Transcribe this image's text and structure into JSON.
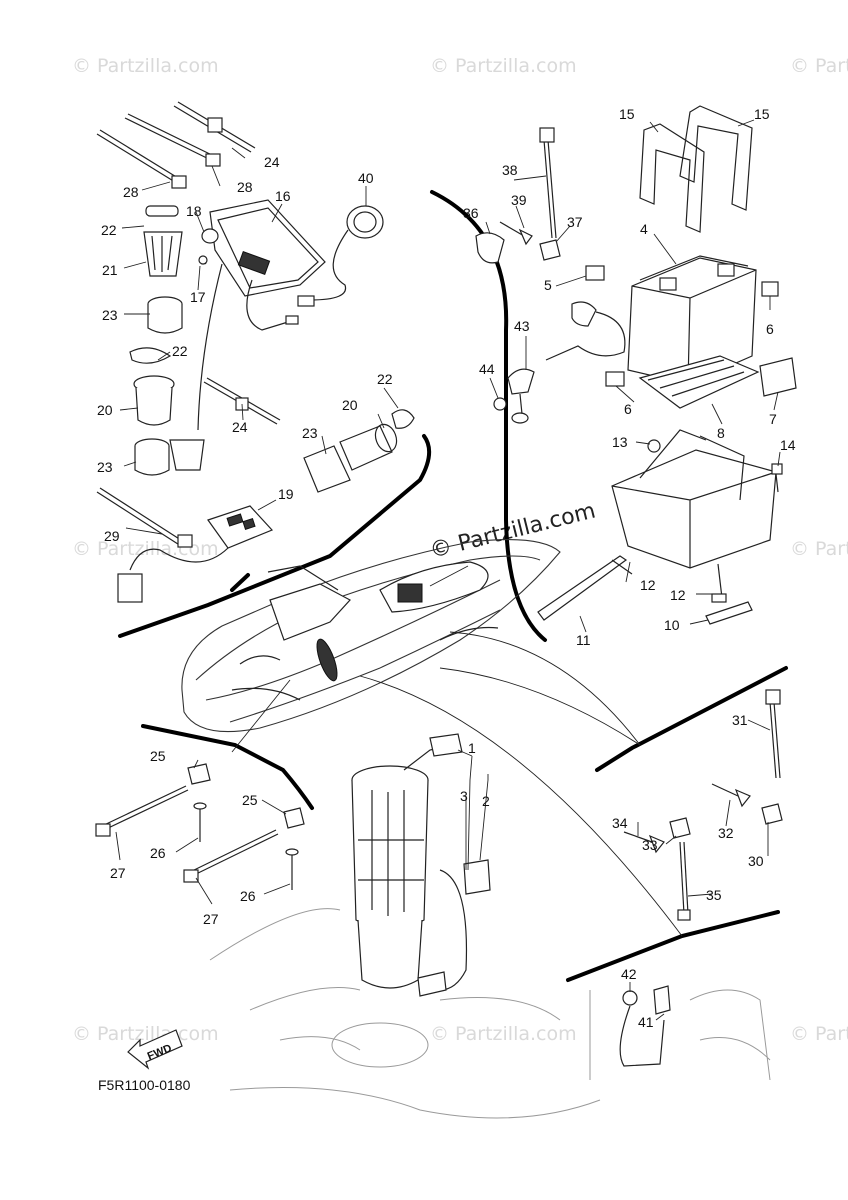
{
  "watermark": {
    "text": "© Partzilla.com",
    "center_text": "© Partzilla.com"
  },
  "diagram_code": "F5R1100-0180",
  "fwd_label": "FWD",
  "callouts": {
    "c1": "1",
    "c2": "2",
    "c3": "3",
    "c4": "4",
    "c5": "5",
    "c6a": "6",
    "c6b": "6",
    "c7": "7",
    "c8": "8",
    "c10": "10",
    "c11": "11",
    "c12a": "12",
    "c12b": "12",
    "c13": "13",
    "c14": "14",
    "c15a": "15",
    "c15b": "15",
    "c16": "16",
    "c17": "17",
    "c18": "18",
    "c19": "19",
    "c20a": "20",
    "c20b": "20",
    "c21": "21",
    "c22a": "22",
    "c22b": "22",
    "c22c": "22",
    "c23a": "23",
    "c23b": "23",
    "c23c": "23",
    "c24a": "24",
    "c24b": "24",
    "c25a": "25",
    "c25b": "25",
    "c26a": "26",
    "c26b": "26",
    "c27a": "27",
    "c27b": "27",
    "c28a": "28",
    "c28b": "28",
    "c29": "29",
    "c30": "30",
    "c31": "31",
    "c32": "32",
    "c33": "33",
    "c34": "34",
    "c35": "35",
    "c36": "36",
    "c37": "37",
    "c38": "38",
    "c39": "39",
    "c40": "40",
    "c41": "41",
    "c42": "42",
    "c43": "43",
    "c44": "44"
  }
}
